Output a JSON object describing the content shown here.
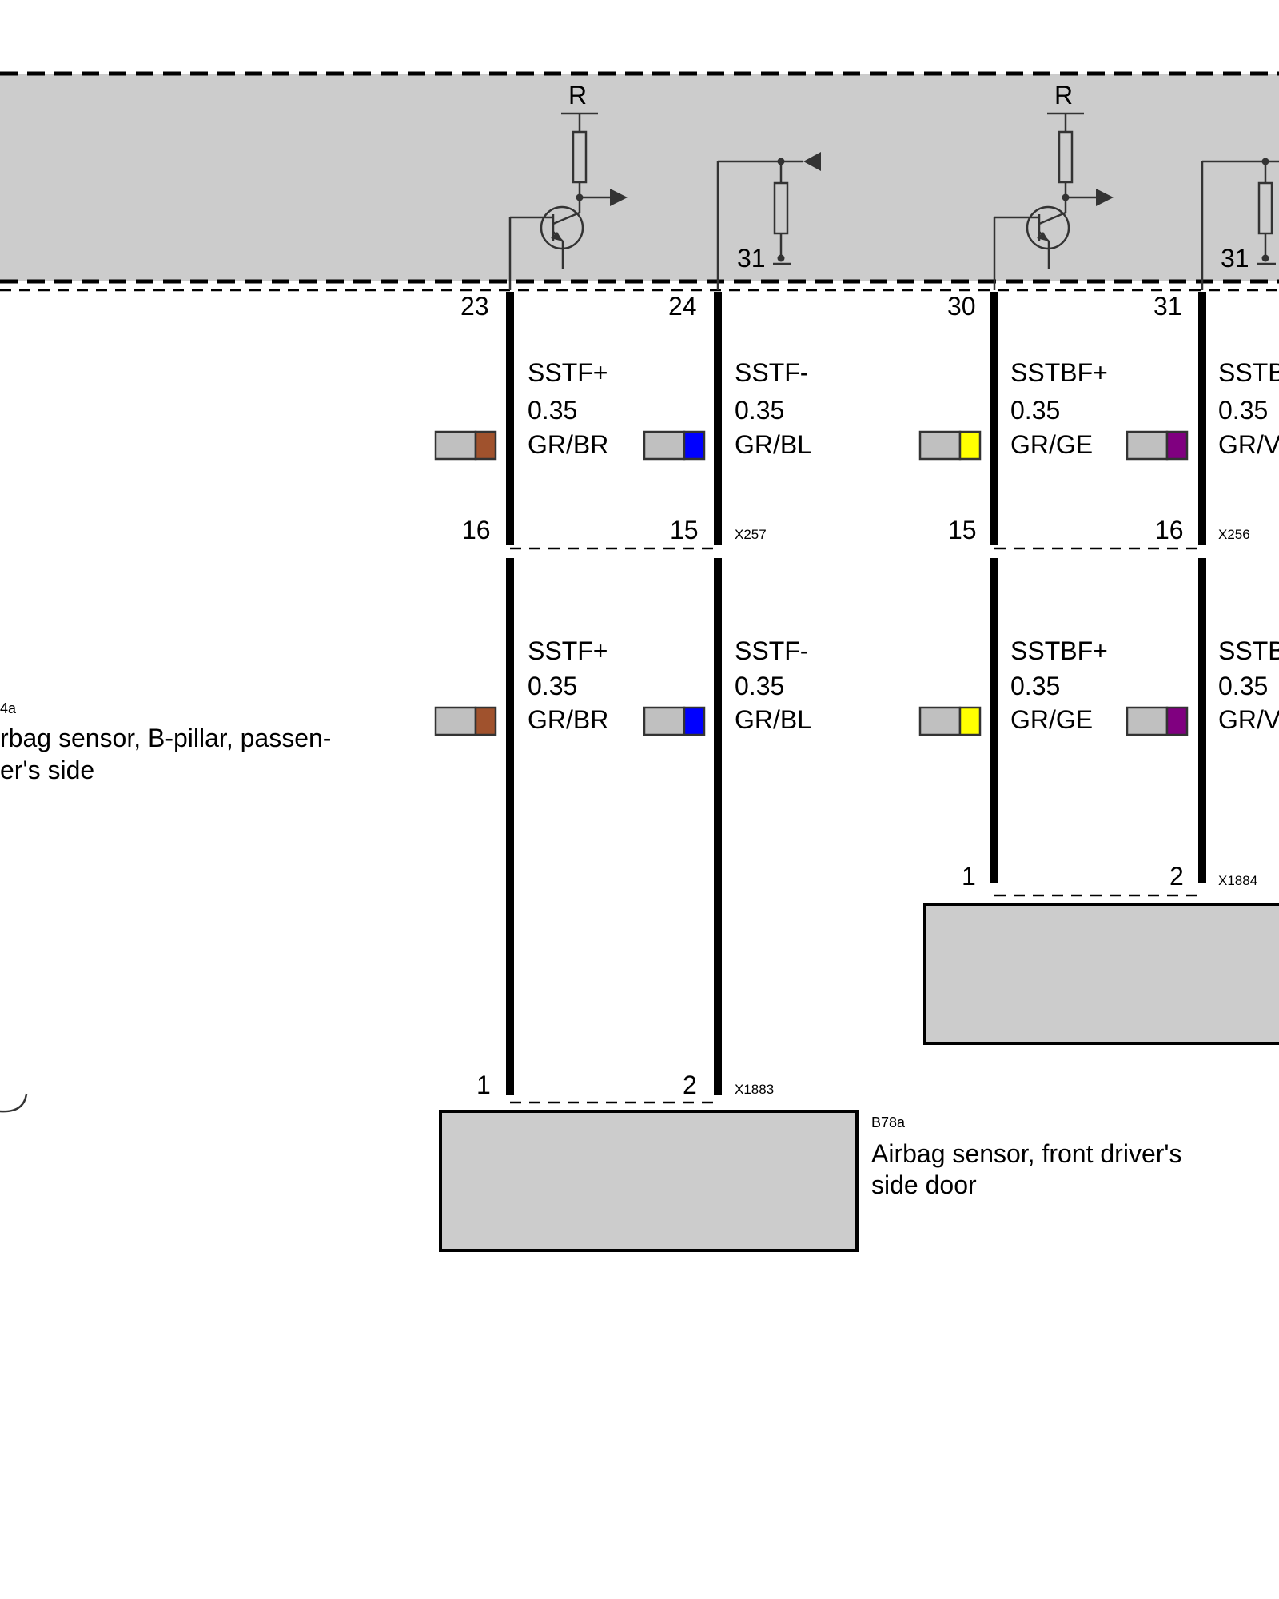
{
  "supply_label": "R",
  "ground_label": "31",
  "wires": [
    {
      "signal": "SSTF+",
      "size": "0.35",
      "color_code": "GR/BR",
      "colors": [
        "#c0c0c0",
        "#a0522d"
      ],
      "pin_ecu": "23",
      "pin_x": "16",
      "pin_dev": "1"
    },
    {
      "signal": "SSTF-",
      "size": "0.35",
      "color_code": "GR/BL",
      "colors": [
        "#c0c0c0",
        "#0000ff"
      ],
      "pin_ecu": "24",
      "pin_x": "15",
      "pin_dev": "2"
    },
    {
      "signal": "SSTBF+",
      "size": "0.35",
      "color_code": "GR/GE",
      "colors": [
        "#c0c0c0",
        "#ffff00"
      ],
      "pin_ecu": "30",
      "pin_x": "15",
      "pin_dev": "1"
    },
    {
      "signal": "SSTB",
      "size": "0.35",
      "color_code": "GR/V",
      "colors": [
        "#c0c0c0",
        "#800080"
      ],
      "pin_ecu": "31",
      "pin_x": "16",
      "pin_dev": "2"
    }
  ],
  "connectors": {
    "x257": "X257",
    "x256": "X256",
    "x1883": "X1883",
    "x1884": "X1884"
  },
  "components": {
    "b78a": {
      "code": "B78a",
      "line1": "Airbag sensor, front driver's",
      "line2": "side door"
    },
    "pillar": {
      "code": "4a",
      "line1": "rbag sensor, B-pillar, passen-",
      "line2": "er's side"
    }
  },
  "colors": {
    "module_fill": "#cccccc",
    "device_fill": "#cccccc",
    "wire": "#000000"
  }
}
